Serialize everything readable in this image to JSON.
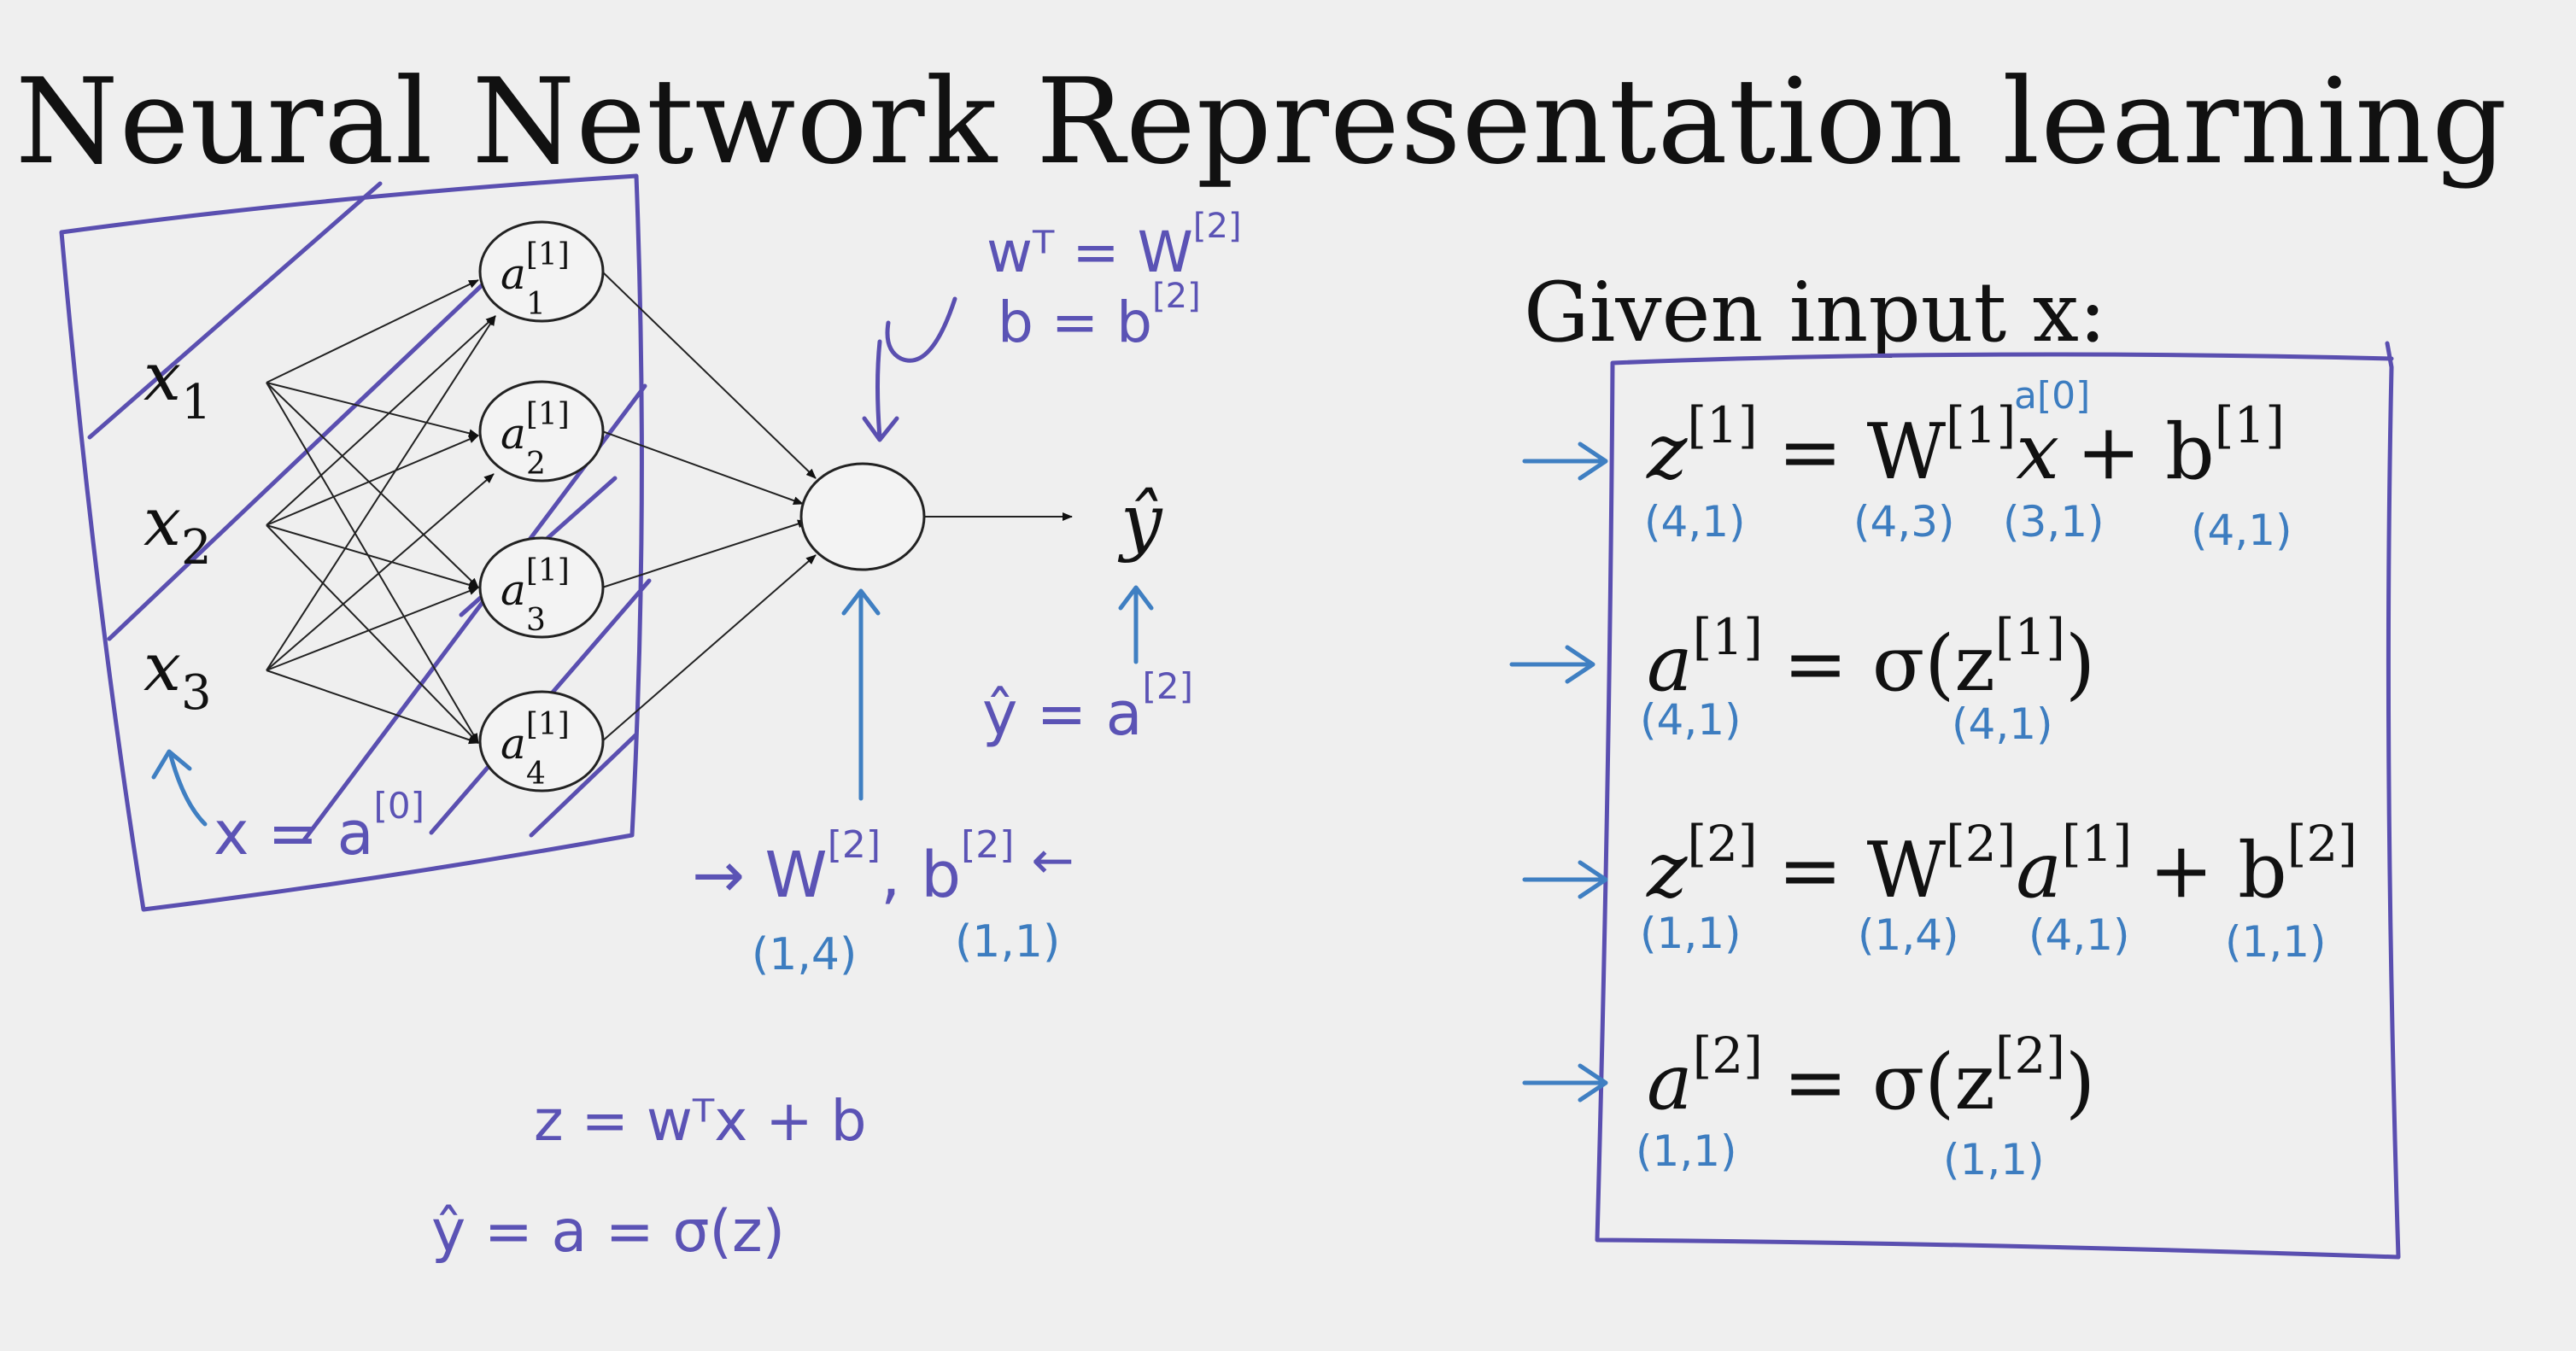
{
  "slide": {
    "title": "Neural Network Representation learning",
    "given_heading": "Given input x:"
  },
  "network": {
    "inputs": [
      "x",
      "x",
      "x"
    ],
    "input_subscripts": [
      "1",
      "2",
      "3"
    ],
    "hidden_nodes": [
      {
        "base": "a",
        "sup": "[1]",
        "sub": "1"
      },
      {
        "base": "a",
        "sup": "[1]",
        "sub": "2"
      },
      {
        "base": "a",
        "sup": "[1]",
        "sub": "3"
      },
      {
        "base": "a",
        "sup": "[1]",
        "sub": "4"
      }
    ],
    "output_label": "ŷ"
  },
  "handwritten_notes": {
    "wt_eq": "wᵀ = W",
    "wt_eq_sup": "[2]",
    "b_eq": "b = b",
    "b_eq_sup": "[2]",
    "yhat_eq": "ŷ = a",
    "yhat_eq_sup": "[2]",
    "x_eq": "x = a",
    "x_eq_sup": "[0]",
    "params": "→ W",
    "params_w_sup": "[2]",
    "params_b": ", b",
    "params_b_sup": "[2]",
    "params_arrow": "←",
    "params_w_dim": "(1,4)",
    "params_b_dim": "(1,1)",
    "z_eq": "z = wᵀx + b",
    "a_eq": "ŷ = a = σ(z)"
  },
  "equations": [
    {
      "lhs": "z",
      "lhs_sup": "[1]",
      "rhs": "= W",
      "rhs_sup": "[1]",
      "mid": "x",
      "mid_over": "a[0]",
      "tail": "+ b",
      "tail_sup": "[1]",
      "dims": [
        "(4,1)",
        "(4,3)",
        "(3,1)",
        "(4,1)"
      ]
    },
    {
      "lhs": "a",
      "lhs_sup": "[1]",
      "rhs": "= σ(z",
      "rhs_sup": "[1]",
      "tail": ")",
      "dims": [
        "(4,1)",
        "(4,1)"
      ]
    },
    {
      "lhs": "z",
      "lhs_sup": "[2]",
      "rhs": "= W",
      "rhs_sup": "[2]",
      "mid": "a",
      "mid_sup": "[1]",
      "tail": "+ b",
      "tail_sup": "[2]",
      "dims": [
        "(1,1)",
        "(1,4)",
        "(4,1)",
        "(1,1)"
      ]
    },
    {
      "lhs": "a",
      "lhs_sup": "[2]",
      "rhs": "= σ(z",
      "rhs_sup": "[2]",
      "tail": ")",
      "dims": [
        "(1,1)",
        "(1,1)"
      ]
    }
  ],
  "colors": {
    "background": "#efefef",
    "ink_purple": "#5a4fb0",
    "ink_blue": "#3f7fc2",
    "text": "#111111"
  }
}
